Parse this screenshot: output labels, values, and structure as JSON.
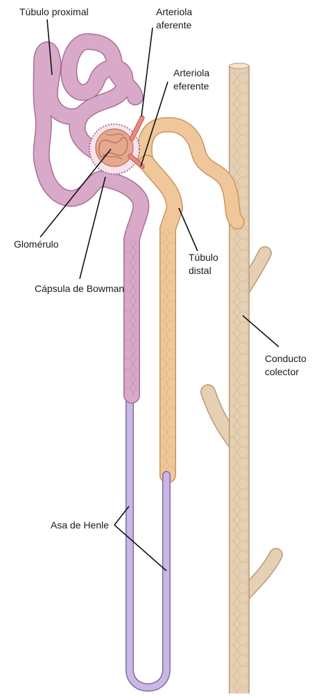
{
  "labels": {
    "tubulo_proximal": "Túbulo proximal",
    "arteriola_aferente": [
      "Arteriola",
      "aferente"
    ],
    "arteriola_eferente": [
      "Arteriola",
      "eferente"
    ],
    "glomerulo": "Glomérulo",
    "capsula_bowman": "Cápsula de Bowman",
    "tubulo_distal": [
      "Túbulo",
      "distal"
    ],
    "conducto_colector": [
      "Conducto",
      "colector"
    ],
    "asa_henle": "Asa de Henle"
  },
  "colors": {
    "proximal_tubule": "#d9a9c9",
    "proximal_outline": "#a86f94",
    "distal_tubule": "#f0c79a",
    "distal_outline": "#c9965f",
    "collecting_duct": "#e6d0b3",
    "collecting_outline": "#b89a77",
    "loop_thin": "#b7a6d6",
    "loop_outline": "#7f6aa8",
    "glomerulus": "#e4a98f",
    "leader_line": "#111111"
  }
}
